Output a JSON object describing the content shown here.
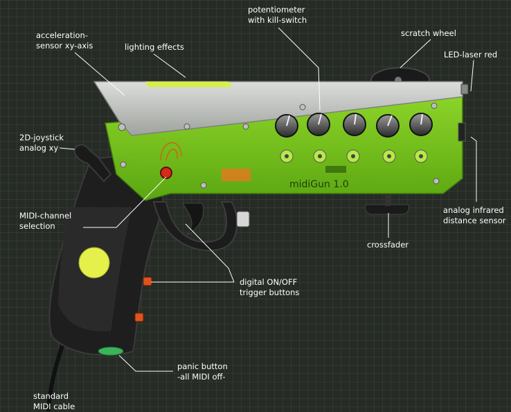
{
  "device": {
    "title": "midiGun 1.0"
  },
  "labels": {
    "accel": [
      "acceleration-",
      "sensor xy-axis"
    ],
    "lighting": [
      "lighting effects"
    ],
    "pot": [
      "potentiometer",
      "with kill-switch"
    ],
    "scratch": [
      "scratch wheel"
    ],
    "laser": [
      "LED-laser red"
    ],
    "joystick": [
      "2D-joystick",
      "analog xy"
    ],
    "midi_channel": [
      "MIDI-channel",
      "selection"
    ],
    "infrared": [
      "analog infrared",
      "distance sensor"
    ],
    "crossfader": [
      "crossfader"
    ],
    "trigger": [
      "digital ON/OFF",
      "trigger buttons"
    ],
    "panic": [
      "panic button",
      "-all MIDI off-"
    ],
    "cable": [
      "standard",
      "MIDI cable"
    ]
  },
  "colors": {
    "background": "#262b26",
    "body_green": "#7fcf1a",
    "grip": "#1d1d1d",
    "aluminum": "#c9cbc8",
    "yellow_button": "#e5f04a",
    "orange_button": "#e0531c",
    "label_text": "#ffffff"
  }
}
